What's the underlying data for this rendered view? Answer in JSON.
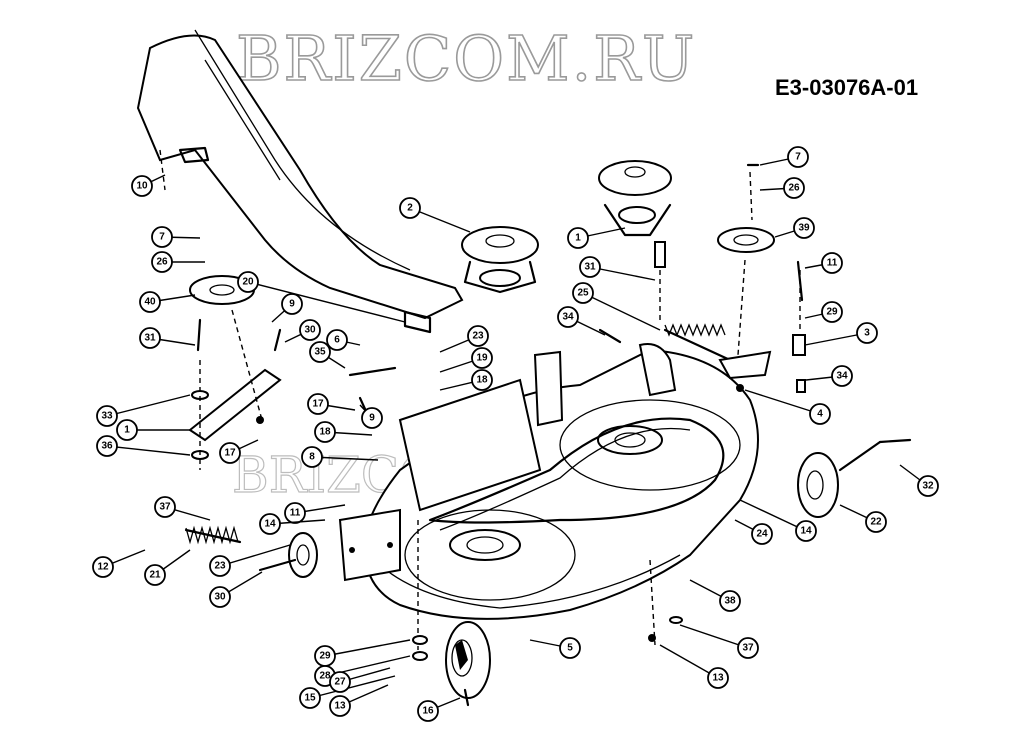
{
  "watermark": "BRIZCOM.RU",
  "drawing_code": "E3-03076A-01",
  "callouts": [
    {
      "label": "10"
    },
    {
      "label": "2"
    },
    {
      "label": "7"
    },
    {
      "label": "26"
    },
    {
      "label": "40"
    },
    {
      "label": "20"
    },
    {
      "label": "9"
    },
    {
      "label": "30"
    },
    {
      "label": "6"
    },
    {
      "label": "35"
    },
    {
      "label": "31"
    },
    {
      "label": "33"
    },
    {
      "label": "1"
    },
    {
      "label": "36"
    },
    {
      "label": "17"
    },
    {
      "label": "17"
    },
    {
      "label": "9"
    },
    {
      "label": "18"
    },
    {
      "label": "8"
    },
    {
      "label": "37"
    },
    {
      "label": "11"
    },
    {
      "label": "14"
    },
    {
      "label": "12"
    },
    {
      "label": "21"
    },
    {
      "label": "23"
    },
    {
      "label": "30"
    },
    {
      "label": "29"
    },
    {
      "label": "28"
    },
    {
      "label": "15"
    },
    {
      "label": "27"
    },
    {
      "label": "13"
    },
    {
      "label": "16"
    },
    {
      "label": "5"
    },
    {
      "label": "23"
    },
    {
      "label": "19"
    },
    {
      "label": "18"
    },
    {
      "label": "34"
    },
    {
      "label": "31"
    },
    {
      "label": "1"
    },
    {
      "label": "25"
    },
    {
      "label": "7"
    },
    {
      "label": "26"
    },
    {
      "label": "39"
    },
    {
      "label": "11"
    },
    {
      "label": "29"
    },
    {
      "label": "3"
    },
    {
      "label": "34"
    },
    {
      "label": "4"
    },
    {
      "label": "32"
    },
    {
      "label": "22"
    },
    {
      "label": "14"
    },
    {
      "label": "24"
    },
    {
      "label": "38"
    },
    {
      "label": "37"
    },
    {
      "label": "13"
    }
  ]
}
